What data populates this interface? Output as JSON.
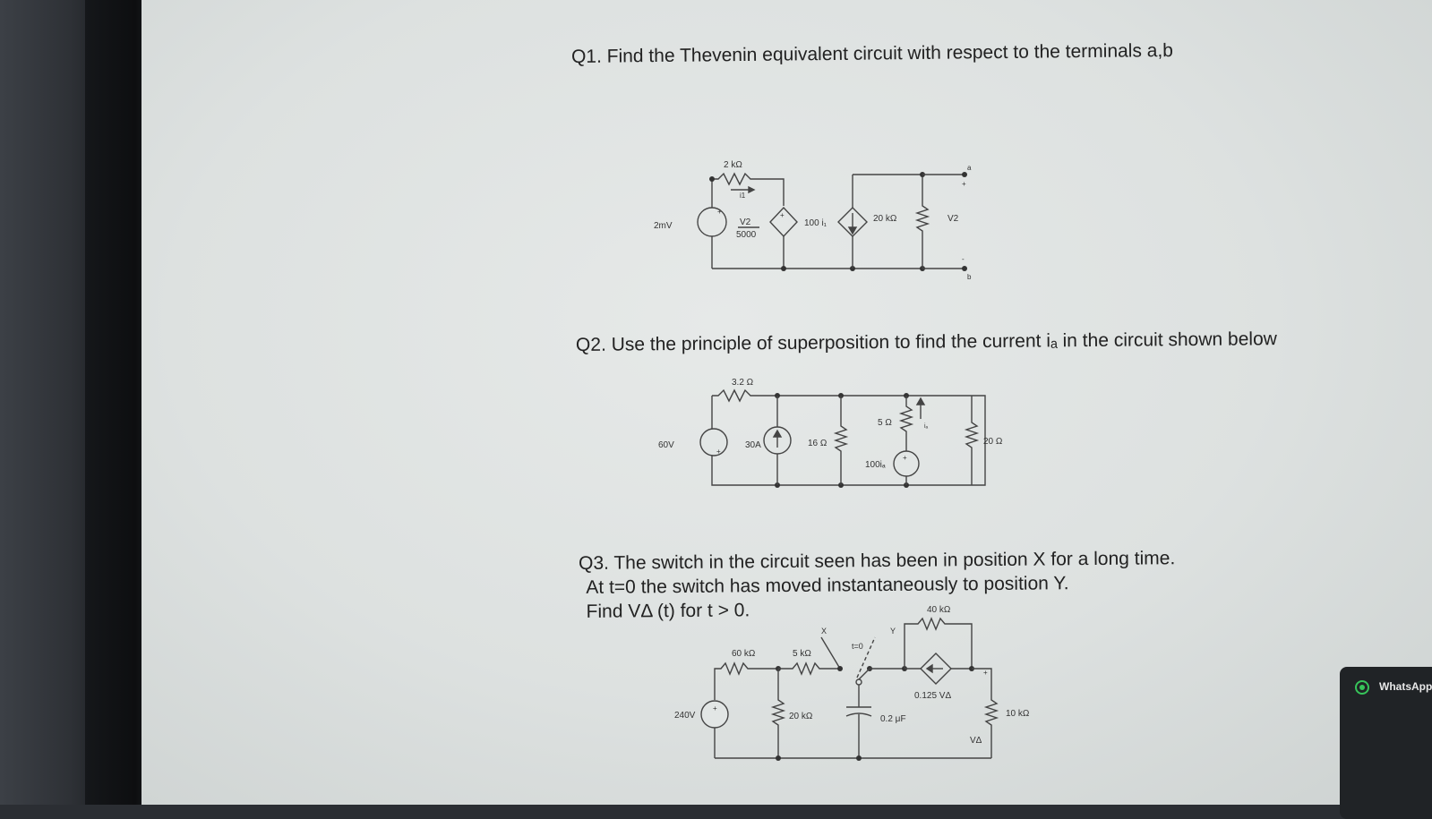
{
  "questions": {
    "q1": "Q1. Find the Thevenin equivalent circuit with respect to the terminals a,b",
    "q2": "Q2. Use the principle of superposition to find the current iₐ in the circuit shown below",
    "q3_line1": "Q3. The switch in the circuit seen has been in position X for a long time.",
    "q3_line2": "At t=0 the switch has moved instantaneously to position Y.",
    "q3_line3": "Find VΔ (t) for t > 0."
  },
  "circuit1": {
    "r1": "2 kΩ",
    "i1": "i1",
    "src": "2mV",
    "dep_v_num": "V2",
    "dep_v_den": "5000",
    "dep_i": "100 i₁",
    "r2": "20 kΩ",
    "v2": "V2",
    "term_a": "a",
    "term_b": "b"
  },
  "circuit2": {
    "r1": "3.2 Ω",
    "src_v": "60V",
    "src_i": "30A",
    "r2": "16 Ω",
    "r3": "5 Ω",
    "ib": "iₐ",
    "dep": "100iₐ",
    "r4": "20 Ω"
  },
  "circuit3": {
    "r60": "60 kΩ",
    "r5": "5 kΩ",
    "x": "X",
    "y": "Y",
    "t0": "t=0",
    "r40": "40 kΩ",
    "dep": "0.125 VΔ",
    "src": "240V",
    "r20": "20 kΩ",
    "cap": "0.2 μF",
    "vd": "VΔ",
    "r10": "10 kΩ"
  },
  "whatsapp": {
    "label": "WhatsApp"
  }
}
